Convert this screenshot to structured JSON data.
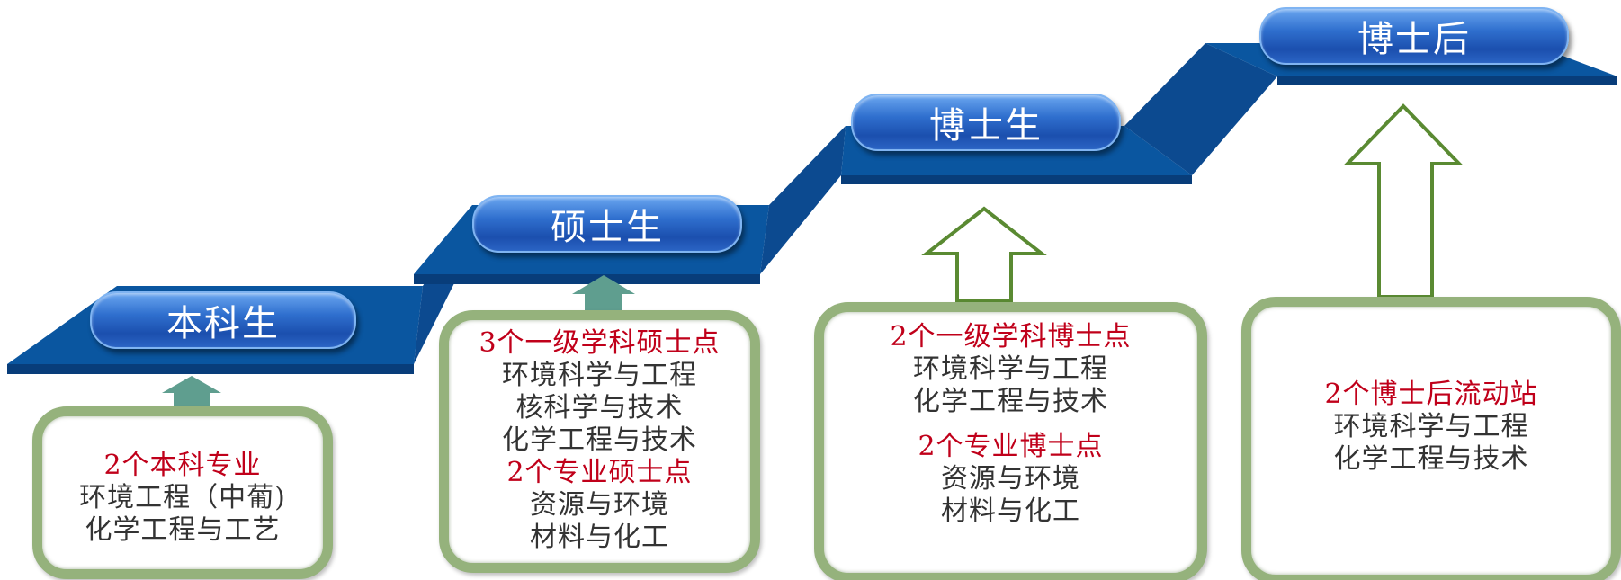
{
  "colors": {
    "stair_top": "#0a56a0",
    "stair_front": "#0a3f82",
    "pill_blue": "#2a62c4",
    "box_border": "#95b27c",
    "arrow_teal": "#5f9e8f",
    "arrow_green": "#5a8a32",
    "heading_red": "#c0001a",
    "text_dark": "#333333"
  },
  "stages": [
    {
      "title": "本科生",
      "arrow": "small-filled-arrow",
      "heading": "2个本科专业",
      "items": [
        "环境工程（中葡)",
        "化学工程与工艺"
      ]
    },
    {
      "title": "硕士生",
      "arrow": "small-filled-arrow",
      "heading": "3个一级学科硕士点",
      "items": [
        "环境科学与工程",
        "核科学与技术",
        "化学工程与技术"
      ],
      "heading2": "2个专业硕士点",
      "items2": [
        "资源与环境",
        "材料与化工"
      ]
    },
    {
      "title": "博士生",
      "arrow": "outline-arrow",
      "heading": "2个一级学科博士点",
      "items": [
        "环境科学与工程",
        "化学工程与技术"
      ],
      "heading2": "2个专业博士点",
      "items2": [
        "资源与环境",
        "材料与化工"
      ]
    },
    {
      "title": "博士后",
      "arrow": "tall-outline-arrow",
      "heading": "2个博士后流动站",
      "items": [
        "环境科学与工程",
        "化学工程与技术"
      ]
    }
  ]
}
